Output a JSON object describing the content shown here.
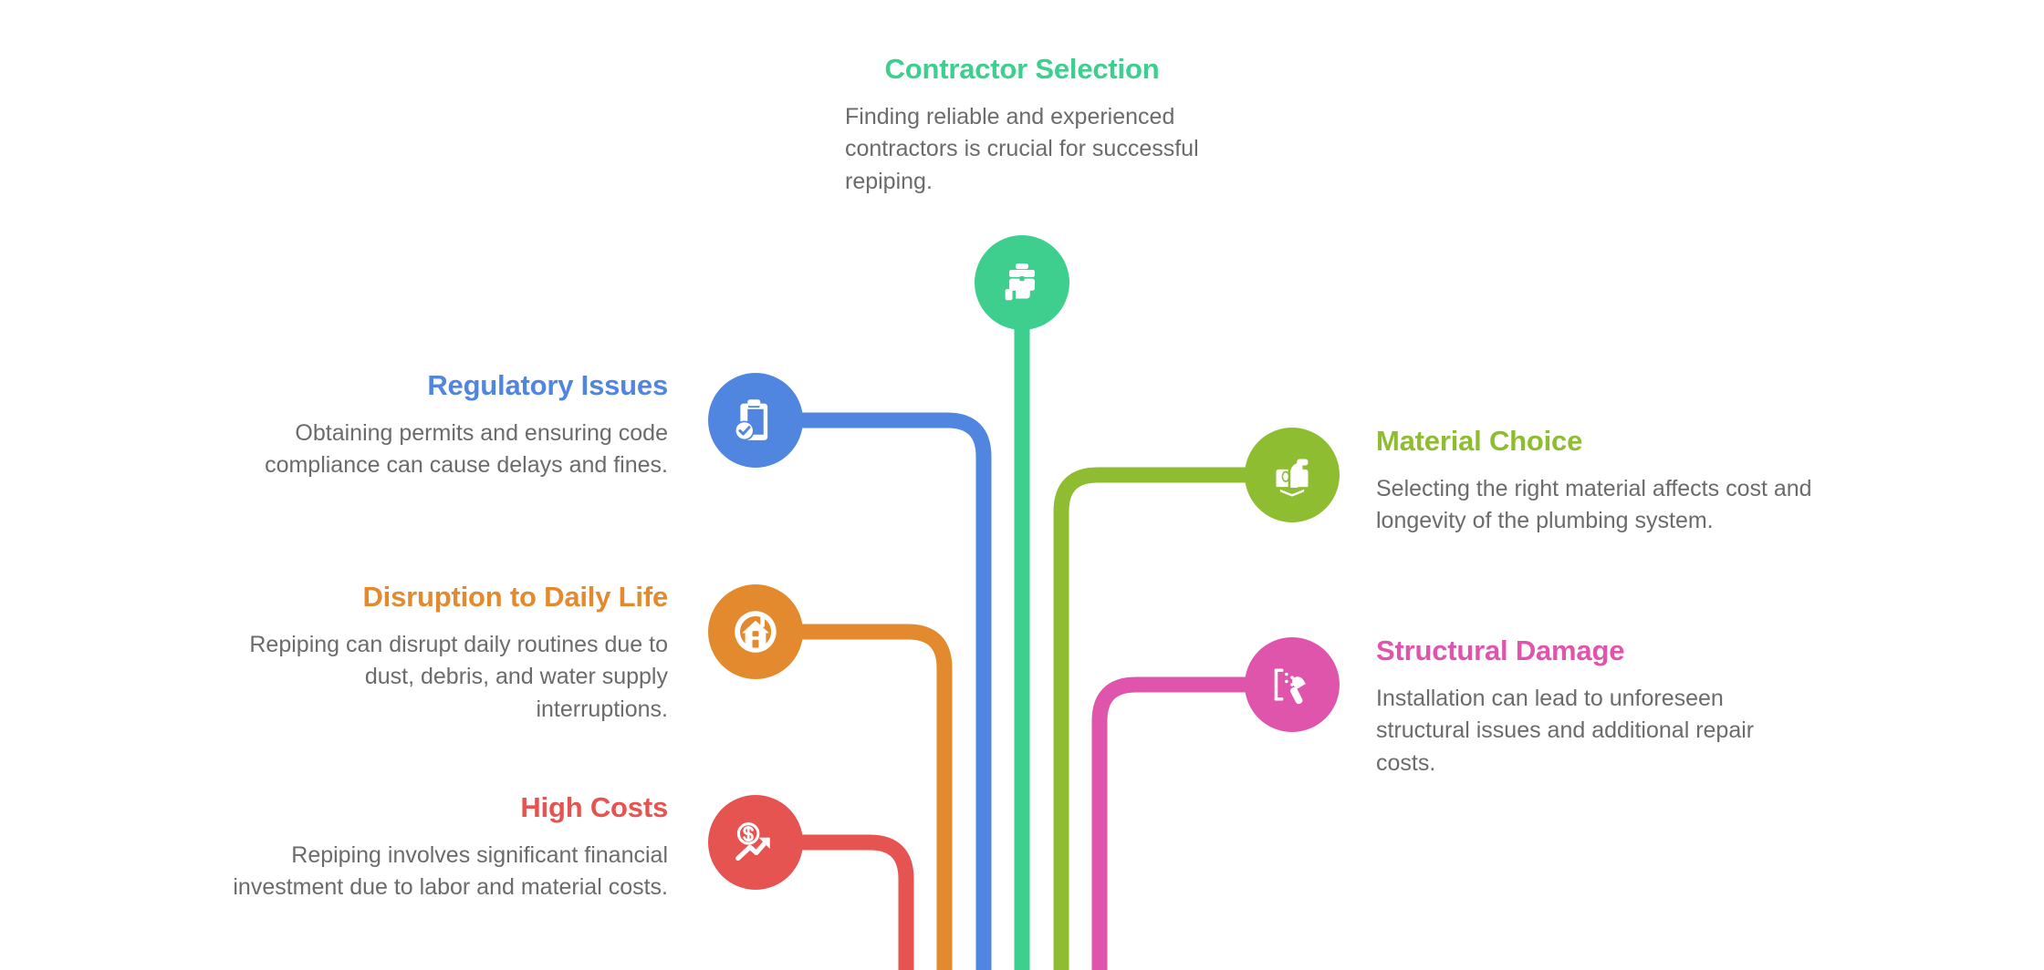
{
  "diagram": {
    "type": "radial-branch-infographic",
    "background": "#ffffff",
    "nodes": [
      {
        "id": "contractor-selection",
        "title": "Contractor Selection",
        "description": "Finding reliable and experienced contractors is crucial for successful repiping.",
        "color": "#3ecf8e",
        "icon": "briefcase-thumbsup-icon",
        "side": "top"
      },
      {
        "id": "regulatory-issues",
        "title": "Regulatory Issues",
        "description": "Obtaining permits and ensuring code compliance can cause delays and fines.",
        "color": "#5186e0",
        "icon": "clipboard-check-icon",
        "side": "left"
      },
      {
        "id": "disruption-to-daily-life",
        "title": "Disruption to Daily Life",
        "description": "Repiping can disrupt daily routines due to dust, debris, and water supply interruptions.",
        "color": "#e38a2e",
        "icon": "house-ring-icon",
        "side": "left"
      },
      {
        "id": "high-costs",
        "title": "High Costs",
        "description": "Repiping involves significant financial investment due to labor and material costs.",
        "color": "#e55450",
        "icon": "dollar-growth-icon",
        "side": "left"
      },
      {
        "id": "material-choice",
        "title": "Material Choice",
        "description": "Selecting the right material affects cost and longevity of the plumbing system.",
        "color": "#8ebd32",
        "icon": "pipe-choice-icon",
        "side": "right"
      },
      {
        "id": "structural-damage",
        "title": "Structural Damage",
        "description": "Installation can lead to unforeseen structural issues and additional repair costs.",
        "color": "#e055ac",
        "icon": "hammer-wall-icon",
        "side": "right"
      }
    ],
    "text_colors": {
      "description": "#6b6b6b"
    }
  }
}
